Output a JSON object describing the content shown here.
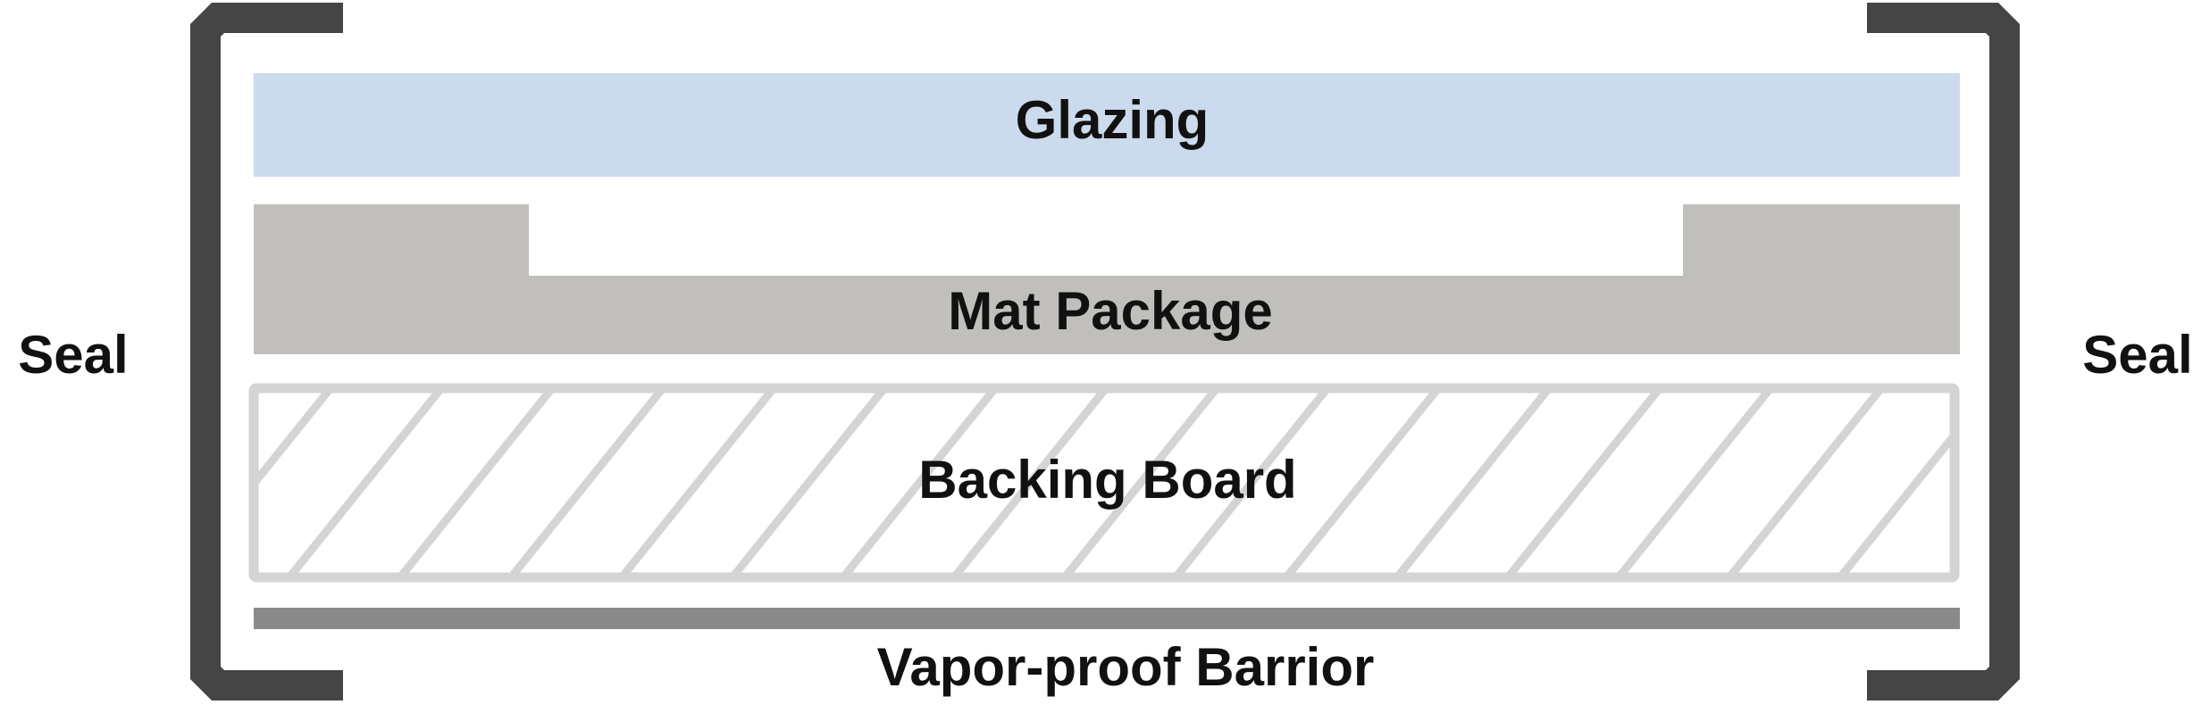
{
  "labels": {
    "glazing": "Glazing",
    "mat_package": "Mat Package",
    "backing_board": "Backing Board",
    "vapor_barrier": "Vapor-proof Barrior",
    "seal_left": "Seal",
    "seal_right": "Seal"
  },
  "colors": {
    "glazing": "#ccdaee",
    "mat_package": "#c0bfbb",
    "backing_board_hatch": "#d4d4d4",
    "vapor_barrier": "#8a8a8a",
    "seal": "#454545",
    "text": "#111111"
  }
}
